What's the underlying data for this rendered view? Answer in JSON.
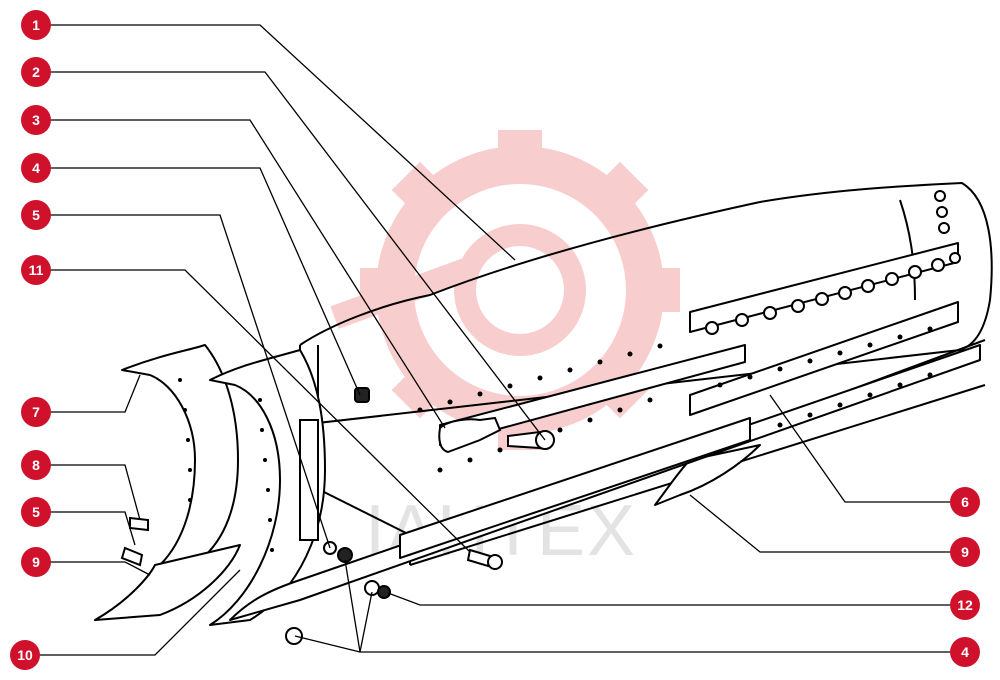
{
  "watermark": {
    "text": "IAHTEX",
    "color": "#f2a6a6"
  },
  "badge_color": "#d0112b",
  "callouts": [
    {
      "id": "c1",
      "label": "1"
    },
    {
      "id": "c2",
      "label": "2"
    },
    {
      "id": "c3",
      "label": "3"
    },
    {
      "id": "c4a",
      "label": "4"
    },
    {
      "id": "c5a",
      "label": "5"
    },
    {
      "id": "c11",
      "label": "11"
    },
    {
      "id": "c7",
      "label": "7"
    },
    {
      "id": "c8",
      "label": "8"
    },
    {
      "id": "c5b",
      "label": "5"
    },
    {
      "id": "c9a",
      "label": "9"
    },
    {
      "id": "c10",
      "label": "10"
    },
    {
      "id": "c6",
      "label": "6"
    },
    {
      "id": "c9b",
      "label": "9"
    },
    {
      "id": "c12",
      "label": "12"
    },
    {
      "id": "c4b",
      "label": "4"
    }
  ]
}
